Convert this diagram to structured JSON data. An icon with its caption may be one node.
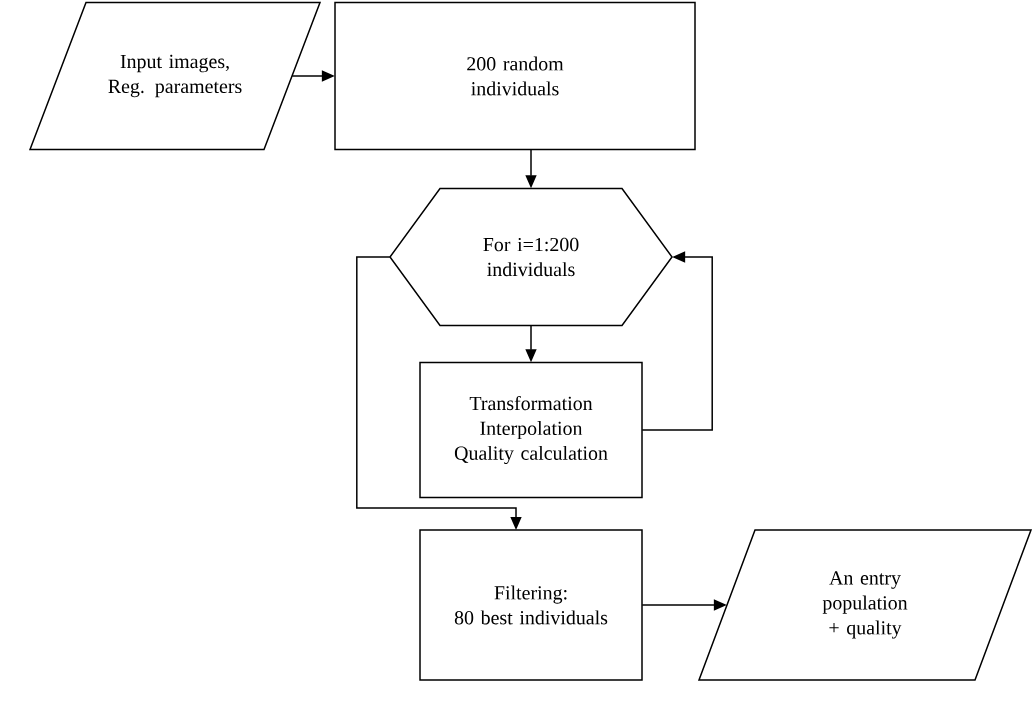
{
  "diagram": {
    "nodes": [
      {
        "text": [
          "Input images, Reg. parameters"
        ]
      },
      {
        "text": [
          "200 random individuals"
        ]
      },
      {
        "text": [
          "For i=1:200 individuals"
        ]
      },
      {
        "text": [
          "Transformation",
          "Interpolation",
          "Quality calculation"
        ]
      },
      {
        "text": [
          "Filtering:",
          "80 best individuals"
        ]
      },
      {
        "text": [
          "An entry population + quality"
        ]
      }
    ],
    "edges": [
      {
        "from": 0,
        "to": 1,
        "arrow": "to"
      },
      {
        "from": 1,
        "to": 2,
        "arrow": "to"
      },
      {
        "from": 2,
        "to": 3,
        "arrow": "to"
      },
      {
        "from": 3,
        "to": 2,
        "arrow": "to"
      },
      {
        "from": 2,
        "to": 4,
        "arrow": "to"
      },
      {
        "from": 4,
        "to": 5,
        "arrow": "to"
      }
    ]
  }
}
